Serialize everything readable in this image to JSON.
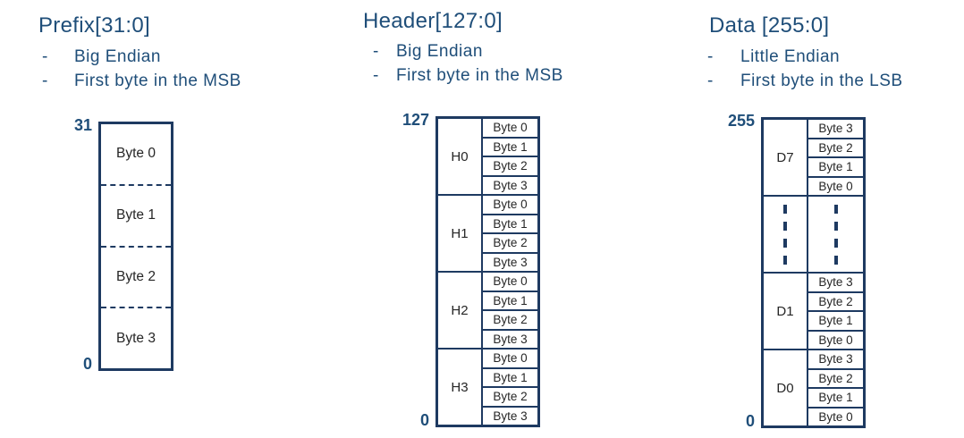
{
  "colors": {
    "heading_blue": "#1f4e79",
    "diagram_border_navy": "#1e3a61",
    "cell_text_dark": "#262626",
    "background": "#ffffff"
  },
  "sections": [
    {
      "id": "prefix",
      "title": "Prefix[31:0]",
      "bullet_marker": "-",
      "bullets": [
        "Big Endian",
        "First byte in the MSB"
      ],
      "top_bit": "31",
      "bottom_bit": "0",
      "diagram": {
        "type": "single-column",
        "cells": [
          "Byte 0",
          "Byte 1",
          "Byte 2",
          "Byte 3"
        ]
      }
    },
    {
      "id": "header",
      "title": "Header[127:0]",
      "bullet_marker": "-",
      "bullets": [
        "Big Endian",
        "First byte in the MSB"
      ],
      "top_bit": "127",
      "bottom_bit": "0",
      "diagram": {
        "type": "grouped",
        "groups": [
          {
            "label": "H0",
            "bytes": [
              "Byte 0",
              "Byte 1",
              "Byte 2",
              "Byte 3"
            ]
          },
          {
            "label": "H1",
            "bytes": [
              "Byte 0",
              "Byte 1",
              "Byte 2",
              "Byte 3"
            ]
          },
          {
            "label": "H2",
            "bytes": [
              "Byte 0",
              "Byte 1",
              "Byte 2",
              "Byte 3"
            ]
          },
          {
            "label": "H3",
            "bytes": [
              "Byte 0",
              "Byte 1",
              "Byte 2",
              "Byte 3"
            ]
          }
        ]
      }
    },
    {
      "id": "data",
      "title": "Data [255:0]",
      "bullet_marker": "-",
      "bullets": [
        "Little Endian",
        "First byte in the LSB"
      ],
      "top_bit": "255",
      "bottom_bit": "0",
      "diagram": {
        "type": "grouped",
        "groups": [
          {
            "label": "D7",
            "bytes": [
              "Byte 3",
              "Byte 2",
              "Byte 1",
              "Byte 0"
            ]
          },
          {
            "label": "",
            "ellipsis": true
          },
          {
            "label": "D1",
            "bytes": [
              "Byte 3",
              "Byte 2",
              "Byte 1",
              "Byte 0"
            ]
          },
          {
            "label": "D0",
            "bytes": [
              "Byte 3",
              "Byte 2",
              "Byte 1",
              "Byte 0"
            ]
          }
        ]
      }
    }
  ]
}
